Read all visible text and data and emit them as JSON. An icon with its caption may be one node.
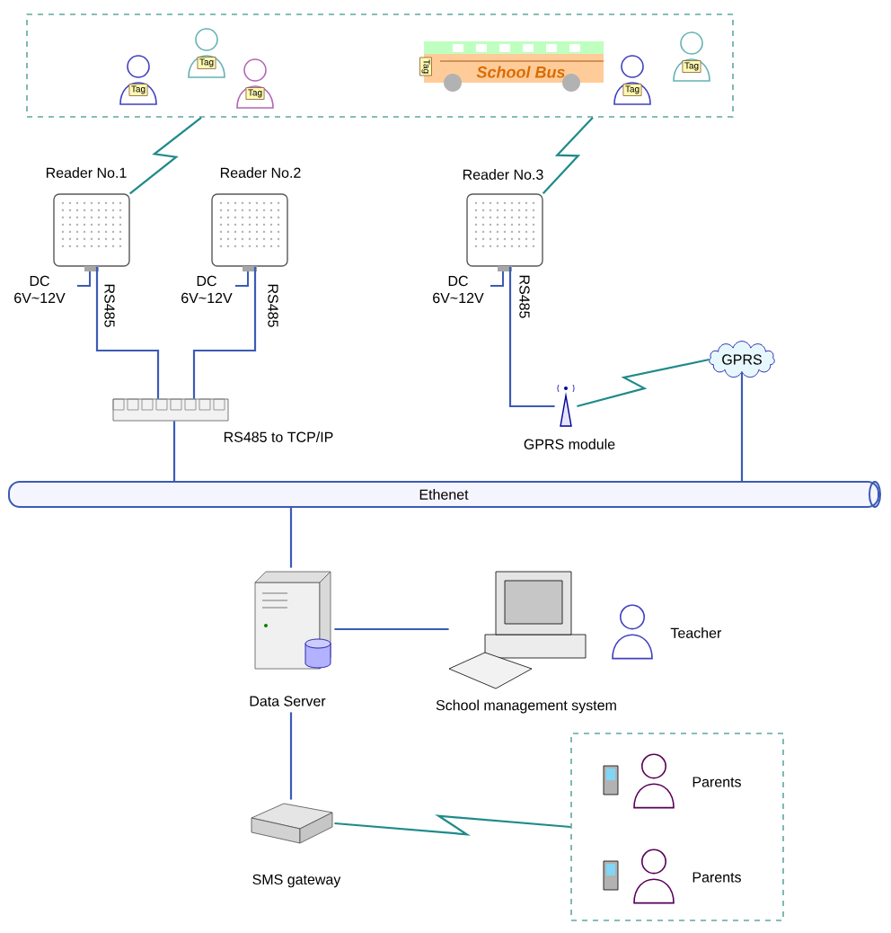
{
  "diagram": {
    "nodes": [
      {
        "text": [],
        "shape": "box"
      },
      {
        "text": [
          "Tag"
        ],
        "in": 0
      },
      {
        "text": [
          "Tag"
        ],
        "in": 0
      },
      {
        "text": [
          "Tag"
        ],
        "in": 0
      },
      {
        "text": [
          "Tag",
          "School Bus"
        ],
        "in": 0
      },
      {
        "text": [
          "Tag"
        ],
        "in": 0
      },
      {
        "text": [
          "Tag"
        ],
        "in": 0
      },
      {
        "text": [
          "Reader No.1"
        ],
        "beside": [
          "DC 6V~12V"
        ]
      },
      {
        "text": [
          "Reader No.2"
        ],
        "beside": [
          "DC 6V~12V"
        ]
      },
      {
        "text": [
          "Reader No.3"
        ],
        "beside": [
          "DC 6V~12V"
        ]
      },
      {
        "text": [
          "RS485 to TCP/IP"
        ]
      },
      {
        "text": [
          "GPRS module"
        ]
      },
      {
        "text": [
          "GPRS"
        ]
      },
      {
        "text": [
          "Ethenet"
        ]
      },
      {
        "text": [
          "Data Server"
        ]
      },
      {
        "text": [
          "School management system"
        ]
      },
      {
        "text": [
          "Teacher"
        ]
      },
      {
        "text": [
          "SMS gateway"
        ]
      },
      {
        "text": [],
        "shape": "box"
      },
      {
        "text": [
          "Parents"
        ],
        "in": 18
      },
      {
        "text": [
          "Parents"
        ],
        "in": 18
      }
    ],
    "edges": [
      {
        "from": 0,
        "to": 7,
        "arrow": "none",
        "color": "#1f8a8a"
      },
      {
        "from": 0,
        "to": 9,
        "arrow": "none",
        "color": "#1f8a8a"
      },
      {
        "from": 7,
        "to": 10,
        "arrow": "none",
        "label": "RS485"
      },
      {
        "from": 8,
        "to": 10,
        "arrow": "none",
        "label": "RS485"
      },
      {
        "from": 9,
        "to": 11,
        "arrow": "none",
        "label": "RS485"
      },
      {
        "from": 10,
        "to": 13,
        "arrow": "none"
      },
      {
        "from": 11,
        "to": 12,
        "arrow": "none",
        "color": "#1f8a8a"
      },
      {
        "from": 12,
        "to": 13,
        "arrow": "none"
      },
      {
        "from": 13,
        "to": 14,
        "arrow": "none"
      },
      {
        "from": 14,
        "to": 15,
        "arrow": "none"
      },
      {
        "from": 14,
        "to": 17,
        "arrow": "none"
      },
      {
        "from": 17,
        "to": 18,
        "arrow": "none",
        "color": "#1f8a8a"
      }
    ]
  }
}
